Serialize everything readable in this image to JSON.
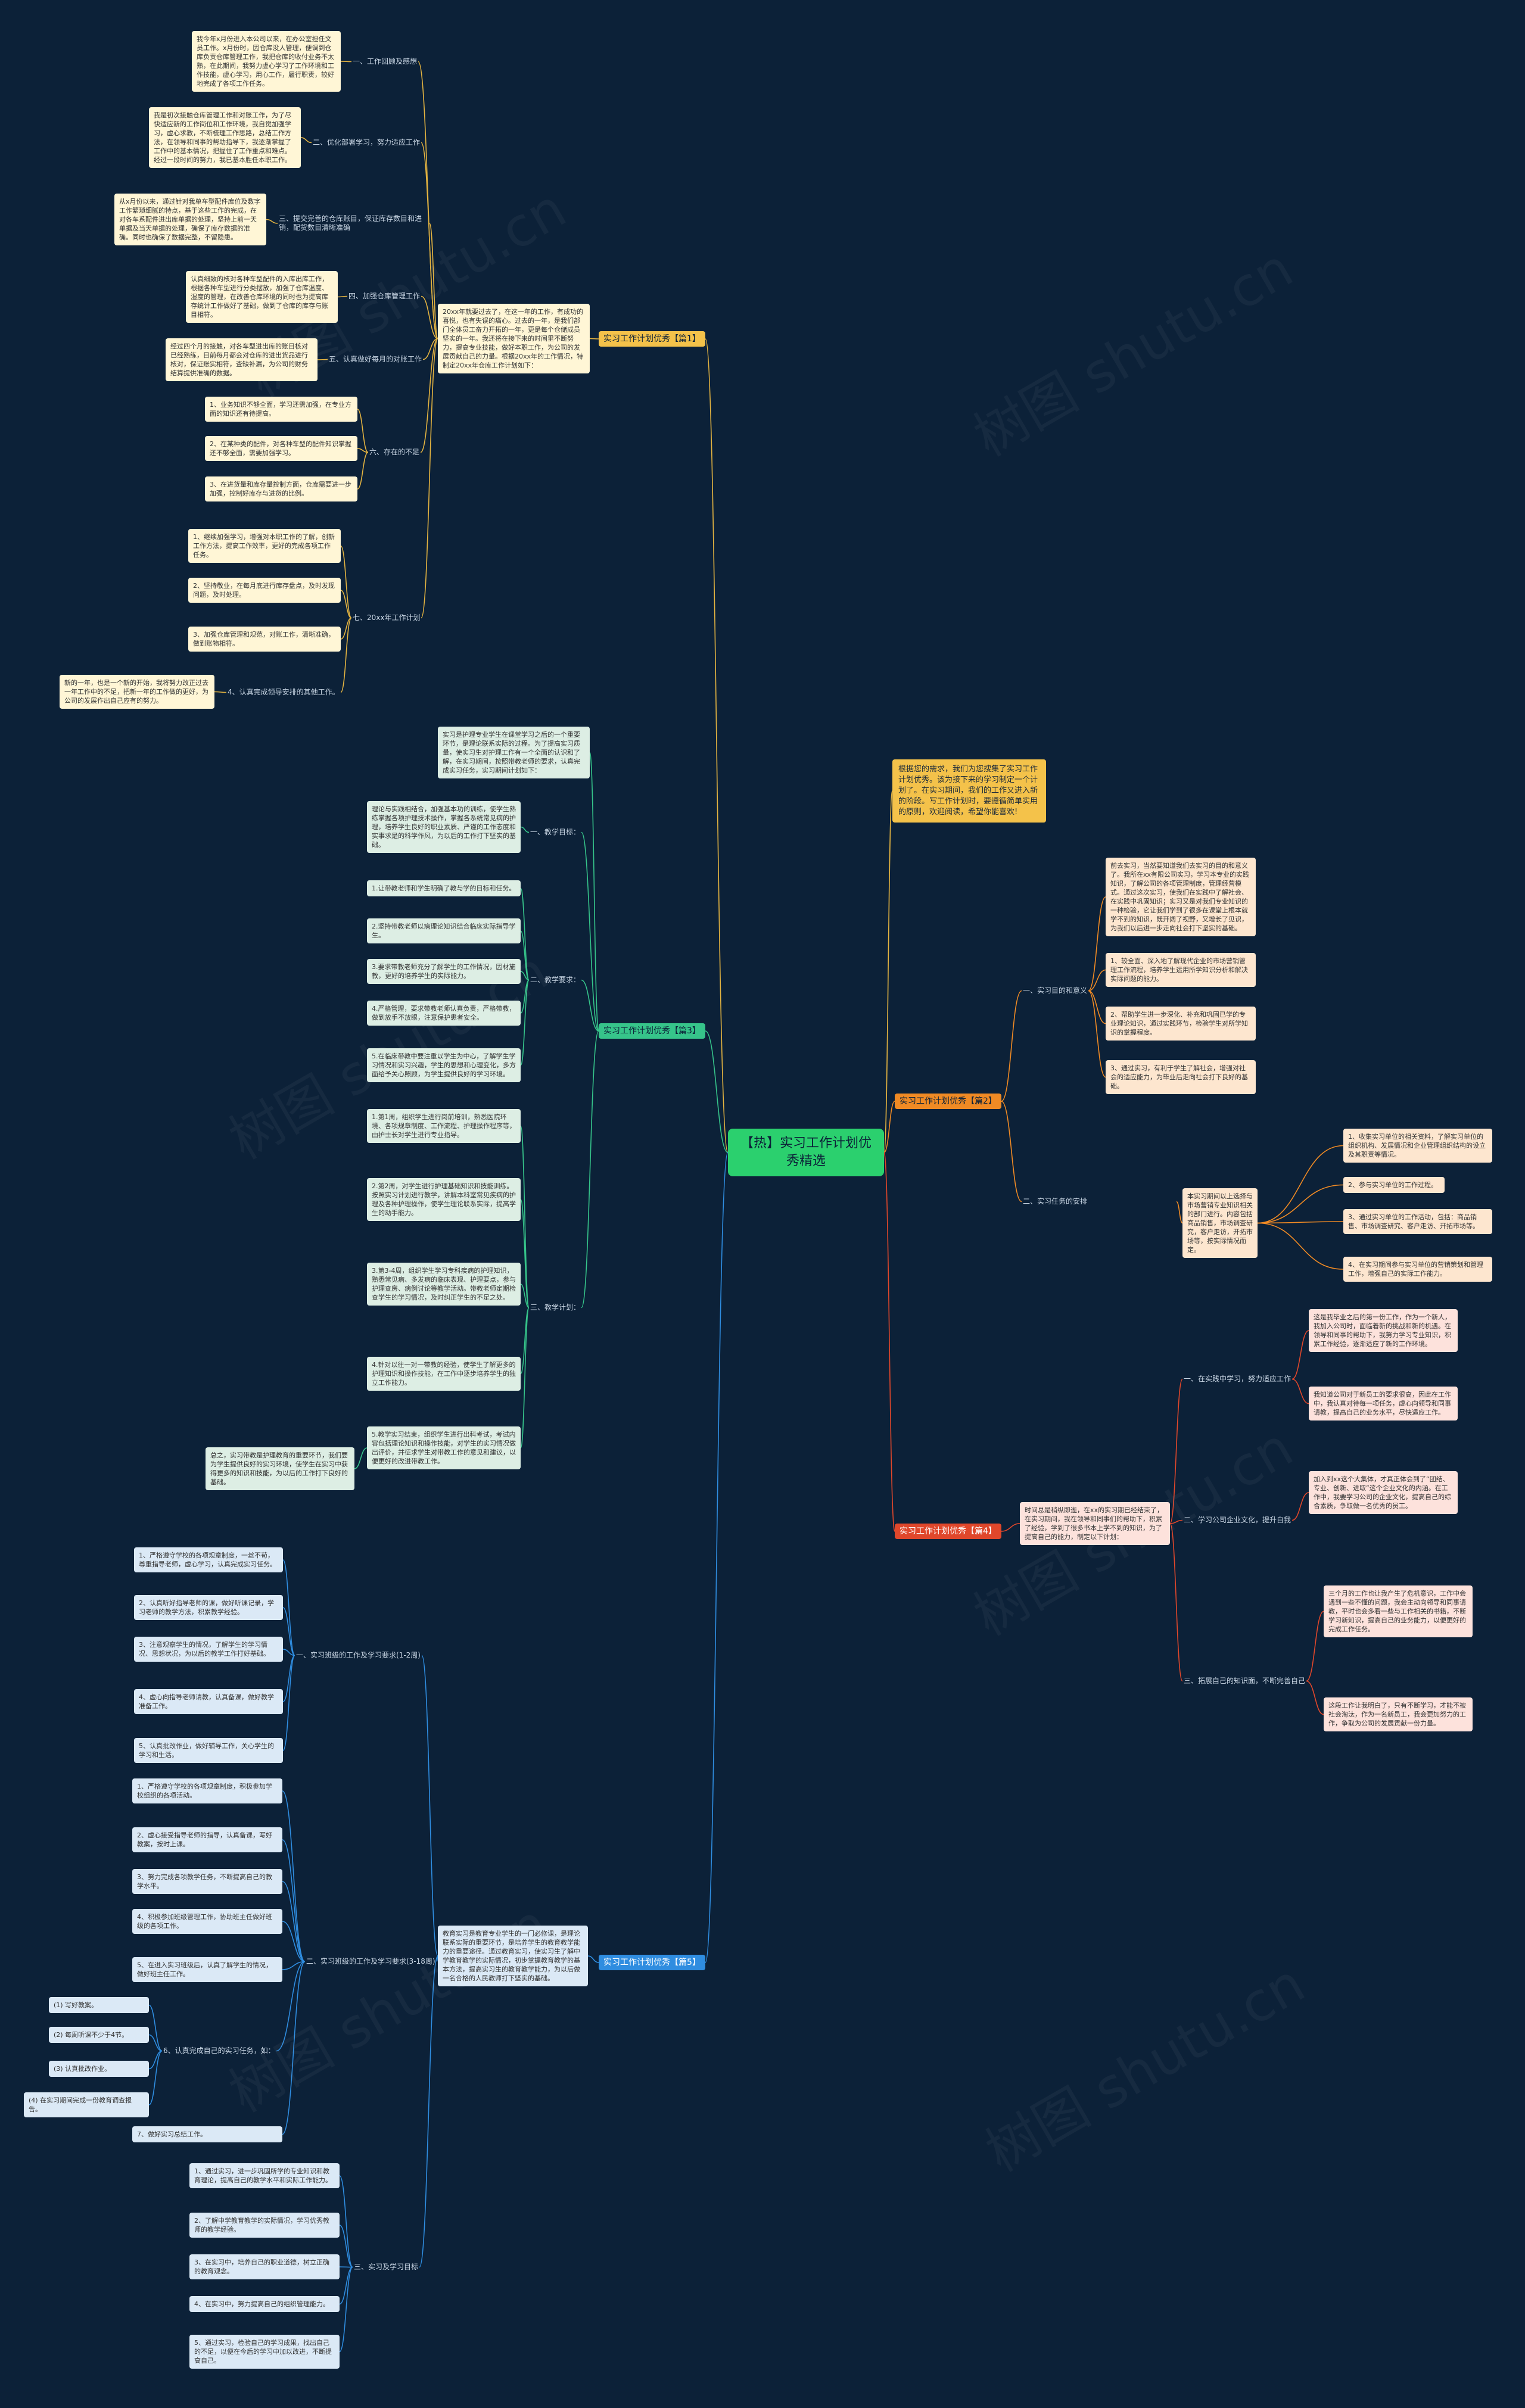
{
  "watermark": "树图 shutu.cn",
  "root": "【热】实习工作计划优秀精选",
  "intro": "根据您的需求，我们为您搜集了实习工作计划优秀。该为接下来的学习制定一个计划了。在实习期间，我们的工作又进入新的阶段。写工作计划时，要遵循简单实用的原则，欢迎阅读，希望你能喜欢!",
  "branches": [
    {
      "title": "实习工作计划优秀【篇1】",
      "summary": "20xx年就要过去了，在这一年的工作，有成功的喜悦，也有失误的痛心。过去的一年，是我们部门全体员工奋力开拓的一年，更是每个仓储成员坚实的一年。我还将在接下来的时间里不断努力，提高专业技能，做好本职工作，为公司的发展贡献自己的力量。根据20xx年的工作情况，特制定20xx年仓库工作计划如下：",
      "items": [
        {
          "label": "一、工作回顾及感想",
          "text": "我今年x月份进入本公司以来，在办公室担任文员工作。x月份时，因仓库没人管理，便调到仓库负责仓库管理工作，我把仓库的收付业务不太熟，在此期间，我努力虚心学习了工作环境和工作技能，虚心学习，用心工作，履行职责，较好地完成了各项工作任务。"
        },
        {
          "label": "二、优化部署学习，努力适应工作",
          "text": "我是初次接触仓库管理工作和对账工作，为了尽快适应新的工作岗位和工作环境，我自觉加强学习，虚心求教，不断梳理工作思路，总结工作方法，在领导和同事的帮助指导下，我逐渐掌握了工作中的基本情况，把握住了工作重点和难点。经过一段时间的努力，我已基本胜任本职工作。"
        },
        {
          "label": "三、提交完善的仓库账目，保证库存数目和进销，配货数目清晰准确",
          "text": "从x月份以来，通过针对我单车型配件库位及数字工作繁琐细腻的特点，基于这些工作的完成，在对各车系配件进出库单据的处理，坚持上前一天单据及当天单据的处理，确保了库存数据的准确。同时也确保了数据完整，不留隐患。"
        },
        {
          "label": "四、加强仓库管理工作",
          "text": "认真细致的核对各种车型配件的入库出库工作，根据各种车型进行分类摆放，加强了仓库温度、湿度的管理，在改善仓库环境的同时也为提高库存统计工作做好了基础，做到了仓库的库存与账目相符。"
        },
        {
          "label": "五、认真做好每月的对账工作",
          "text": "经过四个月的接触，对各车型进出库的账目核对已经熟练，目前每月都会对仓库的进出货品进行核对，保证账实相符，查缺补漏，为公司的财务结算提供准确的数据。"
        },
        {
          "label": "六、存在的不足",
          "text": ""
        },
        {
          "label": "七、20xx年工作计划",
          "text": ""
        }
      ],
      "shortfalls": [
        "1、业务知识不够全面，学习还需加强，在专业方面的知识还有待提高。",
        "2、在某种类的配件，对各种车型的配件知识掌握还不够全面，需要加强学习。",
        "3、在进货量和库存量控制方面，仓库需要进一步加强，控制好库存与进货的比例。"
      ],
      "plans": [
        "1、继续加强学习，增强对本职工作的了解，创新工作方法，提高工作效率，更好的完成各项工作任务。",
        "2、坚持敬业，在每月底进行库存盘点，及时发现问题，及时处理。",
        "3、加强仓库管理和规范，对账工作，清晰准确，做到账物相符。",
        "4、认真完成领导安排的其他工作。"
      ],
      "closing": "新的一年，也是一个新的开始，我将努力改正过去一年工作中的不足，把新一年的工作做的更好，为公司的发展作出自己应有的努力。"
    },
    {
      "title": "实习工作计划优秀【篇3】",
      "summary": "实习是护理专业学生在课堂学习之后的一个重要环节，是理论联系实际的过程。为了提高实习质量，使实习生对护理工作有一个全面的认识和了解，在实习期间，按照带教老师的要求，认真完成实习任务，实习期间计划如下：",
      "items": [
        {
          "label": "一、教学目标：",
          "text": "理论与实践相结合，加强基本功的训练，使学生熟练掌握各项护理技术操作，掌握各系统常见病的护理，培养学生良好的职业素质、严谨的工作态度和实事求是的科学作风，为以后的工作打下坚实的基础。"
        },
        {
          "label": "二、教学要求：",
          "text": ""
        },
        {
          "label": "三、教学计划：",
          "text": ""
        }
      ],
      "requirements": [
        "1.让带教老师和学生明确了教与学的目标和任务。",
        "2.坚持带教老师以病理论知识结合临床实际指导学生。",
        "3.要求带教老师充分了解学生的工作情况，因材施教，更好的培养学生的实际能力。",
        "4.严格管理，要求带教老师认真负责，严格带教，做到放手不放眼，注意保护患者安全。",
        "5.在临床带教中要注重以学生为中心，了解学生学习情况和实习兴趣，学生的思想和心理变化，多方面给予关心照顾，为学生提供良好的学习环境。"
      ],
      "plan_steps": [
        "1.第1周，组织学生进行岗前培训，熟悉医院环境、各项规章制度、工作流程、护理操作程序等，由护士长对学生进行专业指导。",
        "2.第2周，对学生进行护理基础知识和技能训练。按照实习计划进行教学，讲解本科室常见疾病的护理及各种护理操作，使学生理论联系实际，提高学生的动手能力。",
        "3.第3-4周，组织学生学习专科疾病的护理知识，熟悉常见病、多发病的临床表现、护理要点，参与护理查房、病例讨论等教学活动。带教老师定期检查学生的学习情况，及时纠正学生的不足之处。",
        "4.针对以往一对一带教的经验，使学生了解更多的护理知识和操作技能，在工作中逐步培养学生的独立工作能力。",
        "5.教学实习结束，组织学生进行出科考试，考试内容包括理论知识和操作技能，对学生的实习情况做出评价，并征求学生对带教工作的意见和建议，以便更好的改进带教工作。"
      ],
      "closing": "总之，实习带教是护理教育的重要环节，我们要为学生提供良好的实习环境，使学生在实习中获得更多的知识和技能，为以后的工作打下良好的基础。"
    },
    {
      "title": "实习工作计划优秀【篇2】",
      "items": [
        {
          "label": "一、实习目的和意义",
          "text": "前去实习，当然要知道我们去实习的目的和意义了。我所在xx有限公司实习，学习本专业的实践知识，了解公司的各项管理制度，管理经营模式。通过这次实习，使我们在实践中了解社会、在实践中巩固知识；实习又是对我们专业知识的一种检验，它让我们学到了很多在课堂上根本就学不到的知识，既开阔了视野，又增长了见识，为我们以后进一步走向社会打下坚实的基础。"
        },
        {
          "label": "二、实习任务的安排",
          "text": "本实习期间以上选择与市场营销专业知识相关的部门进行。内容包括商品销售，市场调查研究，客户走访，开拓市场等，按实际情况而定。"
        }
      ],
      "aims": [
        "1、较全面、深入地了解现代企业的市场营销管理工作流程，培养学生运用所学知识分析和解决实际问题的能力。",
        "2、帮助学生进一步深化、补充和巩固已学的专业理论知识，通过实践环节，检验学生对所学知识的掌握程度。",
        "3、通过实习，有利于学生了解社会，增强对社会的适应能力，为毕业后走向社会打下良好的基础。"
      ],
      "tasks": [
        "1、收集实习单位的相关资料，了解实习单位的组织机构、发展情况和企业管理组织结构的设立及其职责等情况。",
        "2、参与实习单位的工作过程。",
        "3、通过实习单位的工作活动，包括：商品销售、市场调查研究、客户走访、开拓市场等。",
        "4、在实习期间参与实习单位的营销策划和管理工作，增强自己的实际工作能力。"
      ]
    },
    {
      "title": "实习工作计划优秀【篇4】",
      "summary": "时间总是稍纵即逝，在xx的实习期已经结束了，在实习期间，我在领导和同事们的帮助下，积累了经验，学到了很多书本上学不到的知识，为了提高自己的能力，制定以下计划：",
      "items": [
        {
          "label": "一、在实践中学习，努力适应工作",
          "texts": [
            "这是我毕业之后的第一份工作，作为一个新人，我加入公司时，面临着新的挑战和新的机遇。在领导和同事的帮助下，我努力学习专业知识，积累工作经验，逐渐适应了新的工作环境。",
            "我知道公司对于新员工的要求很高，因此在工作中，我认真对待每一项任务，虚心向领导和同事请教，提高自己的业务水平，尽快适应工作。"
          ]
        },
        {
          "label": "二、学习公司企业文化，提升自我",
          "texts": [
            "加入到xx这个大集体，才真正体会到了“团结、专业、创新、进取”这个企业文化的内涵。在工作中，我要学习公司的企业文化，提高自己的综合素质，争取做一名优秀的员工。"
          ]
        },
        {
          "label": "三、拓展自己的知识面，不断完善自己",
          "texts": [
            "三个月的工作也让我产生了危机意识，工作中会遇到一些不懂的问题，我会主动向领导和同事请教，平时也会多看一些与工作相关的书籍，不断学习新知识，提高自己的业务能力，以便更好的完成工作任务。",
            "这段工作让我明白了，只有不断学习，才能不被社会淘汰，作为一名新员工，我会更加努力的工作，争取为公司的发展贡献一份力量。"
          ]
        }
      ]
    },
    {
      "title": "实习工作计划优秀【篇5】",
      "summary": "教育实习是教育专业学生的一门必修课，是理论联系实际的重要环节，是培养学生的教育教学能力的重要途径。通过教育实习，使实习生了解中学教育教学的实际情况，初步掌握教育教学的基本方法，提高实习生的教育教学能力，为以后做一名合格的人民教师打下坚实的基础。",
      "items": [
        {
          "label": "一、实习班级的工作及学习要求(1-2周)",
          "text": ""
        },
        {
          "label": "二、实习班级的工作及学习要求(3-18周)",
          "text": ""
        },
        {
          "label": "三、实习及学习目标",
          "text": ""
        }
      ],
      "week1": [
        "1、严格遵守学校的各项规章制度，一丝不苟，尊重指导老师，虚心学习，认真完成实习任务。",
        "2、认真听好指导老师的课，做好听课记录，学习老师的教学方法，积累教学经验。",
        "3、注意观察学生的情况，了解学生的学习情况、思想状况，为以后的教学工作打好基础。",
        "4、虚心向指导老师请教，认真备课，做好教学准备工作。",
        "5、认真批改作业，做好辅导工作，关心学生的学习和生活。"
      ],
      "week3": [
        "1、严格遵守学校的各项规章制度，积极参加学校组织的各项活动。",
        "2、虚心接受指导老师的指导，认真备课，写好教案，按时上课。",
        "3、努力完成各项教学任务，不断提高自己的教学水平。",
        "4、积极参加班级管理工作，协助班主任做好班级的各项工作。",
        "5、在进入实习班级后，认真了解学生的情况，做好班主任工作。",
        "6、认真完成自己的实习任务，如：",
        "7、做好实习总结工作。"
      ],
      "week3_sub": [
        "(1) 写好教案。",
        "(2) 每周听课不少于4节。",
        "(3) 认真批改作业。",
        "(4) 在实习期间完成一份教育调查报告。"
      ],
      "goals": [
        "1、通过实习，进一步巩固所学的专业知识和教育理论，提高自己的教学水平和实际工作能力。",
        "2、了解中学教育教学的实际情况，学习优秀教师的教学经验。",
        "3、在实习中，培养自己的职业道德，树立正确的教育观念。",
        "4、在实习中，努力提高自己的组织管理能力。",
        "5、通过实习，检验自己的学习成果，找出自己的不足，以便在今后的学习中加以改进，不断提高自己。"
      ]
    }
  ]
}
